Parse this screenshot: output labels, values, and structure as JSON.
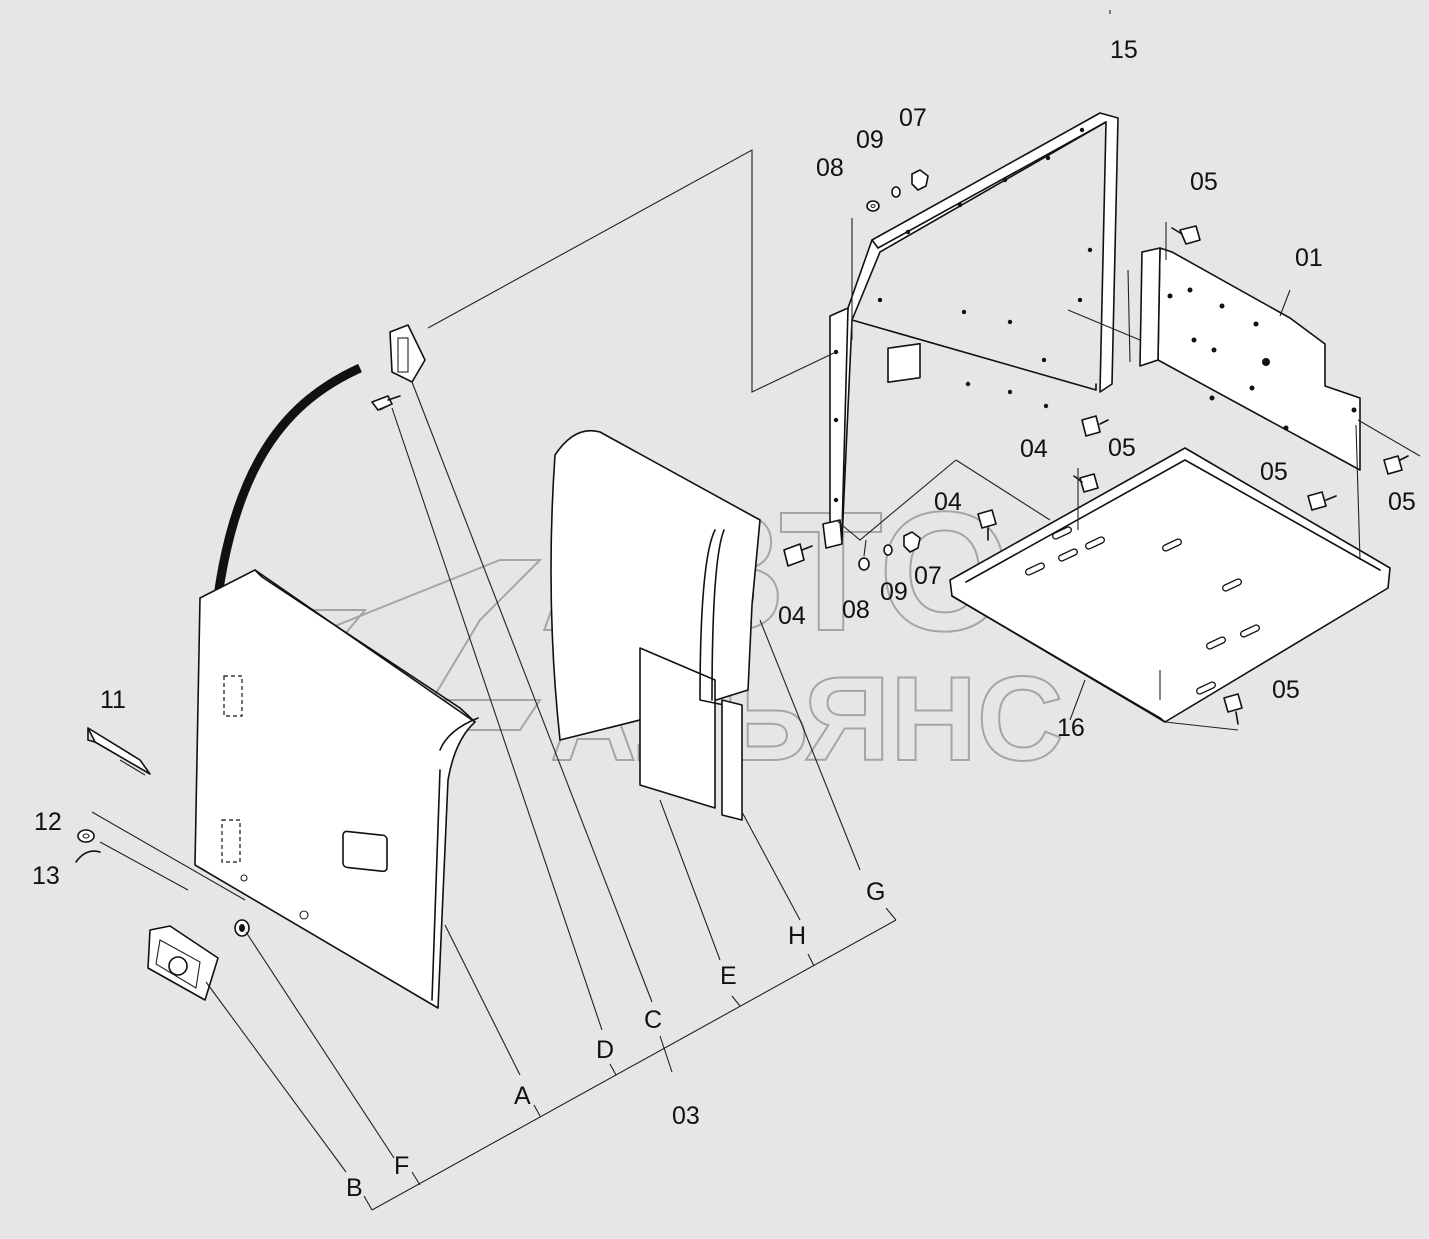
{
  "watermark": {
    "line1": "АВТО",
    "line2": "АЛЬЯНС"
  },
  "callouts": [
    {
      "id": "c15",
      "text": "15"
    },
    {
      "id": "c07a",
      "text": "07"
    },
    {
      "id": "c09a",
      "text": "09"
    },
    {
      "id": "c08a",
      "text": "08"
    },
    {
      "id": "c05a",
      "text": "05"
    },
    {
      "id": "c01",
      "text": "01"
    },
    {
      "id": "c04a",
      "text": "04"
    },
    {
      "id": "c05b",
      "text": "05"
    },
    {
      "id": "c05c",
      "text": "05"
    },
    {
      "id": "c05d",
      "text": "05"
    },
    {
      "id": "c04b",
      "text": "04"
    },
    {
      "id": "c04c",
      "text": "04"
    },
    {
      "id": "c08b",
      "text": "08"
    },
    {
      "id": "c09b",
      "text": "09"
    },
    {
      "id": "c07b",
      "text": "07"
    },
    {
      "id": "c05e",
      "text": "05"
    },
    {
      "id": "c16",
      "text": "16"
    },
    {
      "id": "c11",
      "text": "11"
    },
    {
      "id": "c12",
      "text": "12"
    },
    {
      "id": "c13",
      "text": "13"
    },
    {
      "id": "cG",
      "text": "G"
    },
    {
      "id": "cH",
      "text": "H"
    },
    {
      "id": "cE",
      "text": "E"
    },
    {
      "id": "cC",
      "text": "C"
    },
    {
      "id": "cD",
      "text": "D"
    },
    {
      "id": "c03",
      "text": "03"
    },
    {
      "id": "cA",
      "text": "A"
    },
    {
      "id": "cF",
      "text": "F"
    },
    {
      "id": "cB",
      "text": "B"
    }
  ]
}
